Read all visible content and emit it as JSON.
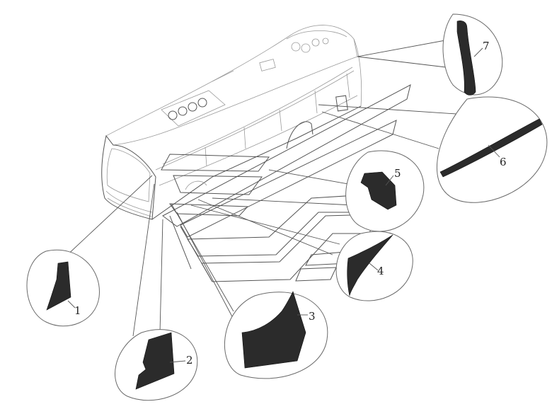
{
  "callouts": [
    {
      "id": "1",
      "text": "1"
    },
    {
      "id": "2",
      "text": "2"
    },
    {
      "id": "3",
      "text": "3"
    },
    {
      "id": "4",
      "text": "4"
    },
    {
      "id": "5",
      "text": "5"
    },
    {
      "id": "6",
      "text": "6"
    },
    {
      "id": "7",
      "text": "7"
    }
  ],
  "colors": {
    "line": "#555555",
    "part": "#2b2b2b",
    "background": "#ffffff"
  }
}
